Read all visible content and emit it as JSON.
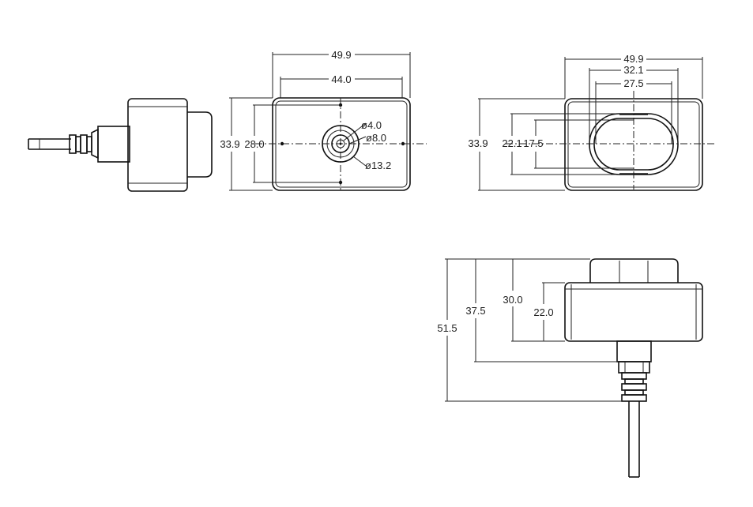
{
  "colors": {
    "line": "#111111",
    "background": "#ffffff"
  },
  "side_view": {},
  "front_view": {
    "width_overall": "49.9",
    "width_holes": "44.0",
    "height_overall": "33.9",
    "height_holes": "28.0",
    "dia_small": "ø4.0",
    "dia_mid": "ø8.0",
    "dia_large": "ø13.2"
  },
  "back_view": {
    "width_overall": "49.9",
    "width_slot_outer": "32.1",
    "width_slot_inner": "27.5",
    "height_overall": "33.9",
    "height_slot_outer": "22.1",
    "height_slot_inner": "17.5"
  },
  "bottom_view": {
    "height_total": "51.5",
    "height_cable_exit": "37.5",
    "height_body": "30.0",
    "height_base": "22.0"
  }
}
